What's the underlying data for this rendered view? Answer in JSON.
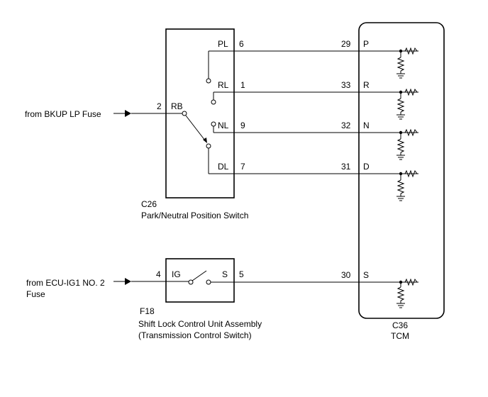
{
  "sources": {
    "bkup": "from BKUP LP Fuse",
    "ecu_line1": "from ECU-IG1 NO. 2",
    "ecu_line2": "Fuse"
  },
  "c26": {
    "code": "C26",
    "name": "Park/Neutral Position Switch",
    "input_pin": "2",
    "input_label": "RB",
    "terminals": [
      {
        "label": "PL",
        "pin": "6"
      },
      {
        "label": "RL",
        "pin": "1"
      },
      {
        "label": "NL",
        "pin": "9"
      },
      {
        "label": "DL",
        "pin": "7"
      }
    ]
  },
  "f18": {
    "code": "F18",
    "name_line1": "Shift Lock Control Unit Assembly",
    "name_line2": "(Transmission Control Switch)",
    "in_pin": "4",
    "in_label": "IG",
    "out_label": "S",
    "out_pin": "5"
  },
  "tcm": {
    "code": "C36",
    "name": "TCM",
    "terminals": [
      {
        "pin": "29",
        "label": "P"
      },
      {
        "pin": "33",
        "label": "R"
      },
      {
        "pin": "32",
        "label": "N"
      },
      {
        "pin": "31",
        "label": "D"
      },
      {
        "pin": "30",
        "label": "S"
      }
    ]
  }
}
